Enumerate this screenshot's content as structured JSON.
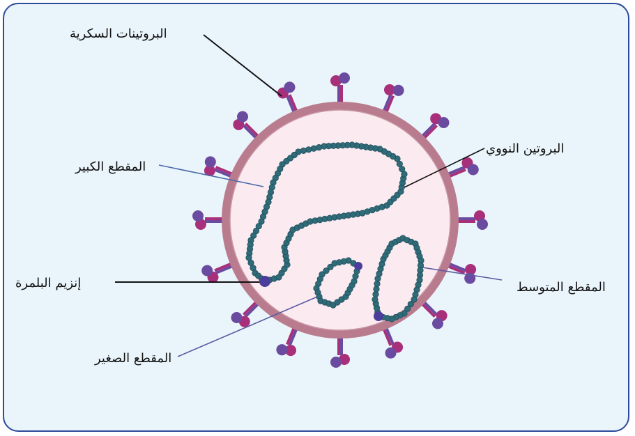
{
  "labels": {
    "glycoproteins": "البروتينات السكرية",
    "large_segment": "المقطع الكبير",
    "nucleoprotein": "البروتين النووي",
    "polymerase": "إنزيم البلمرة",
    "medium_segment": "المقطع المتوسط",
    "small_segment": "المقطع الصغير"
  },
  "colors": {
    "frame_border": "#2e4a9a",
    "background": "#eaf5fb",
    "envelope": "#b97b8e",
    "envelope_interior": "#fbeaf0",
    "rna_beads": "#2f6b78",
    "polymerase_dot": "#4b3d9a",
    "spike_purple": "#6a4ba0",
    "spike_magenta": "#a8307a"
  }
}
